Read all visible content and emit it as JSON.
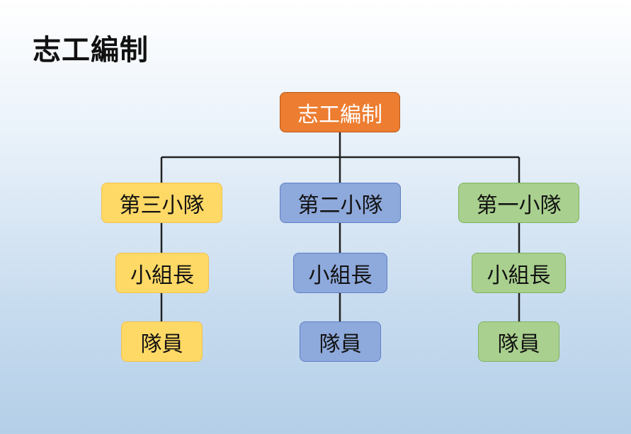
{
  "title": "志工編制",
  "root": {
    "label": "志工編制",
    "color": "#ed7d31"
  },
  "columns": [
    {
      "id": "col-3",
      "color": "#ffd966",
      "squad": "第三小隊",
      "leader": "小組長",
      "member": "隊員"
    },
    {
      "id": "col-2",
      "color": "#8ea9db",
      "squad": "第二小隊",
      "leader": "小組長",
      "member": "隊員"
    },
    {
      "id": "col-1",
      "color": "#a9d08e",
      "squad": "第一小隊",
      "leader": "小組長",
      "member": "隊員"
    }
  ]
}
